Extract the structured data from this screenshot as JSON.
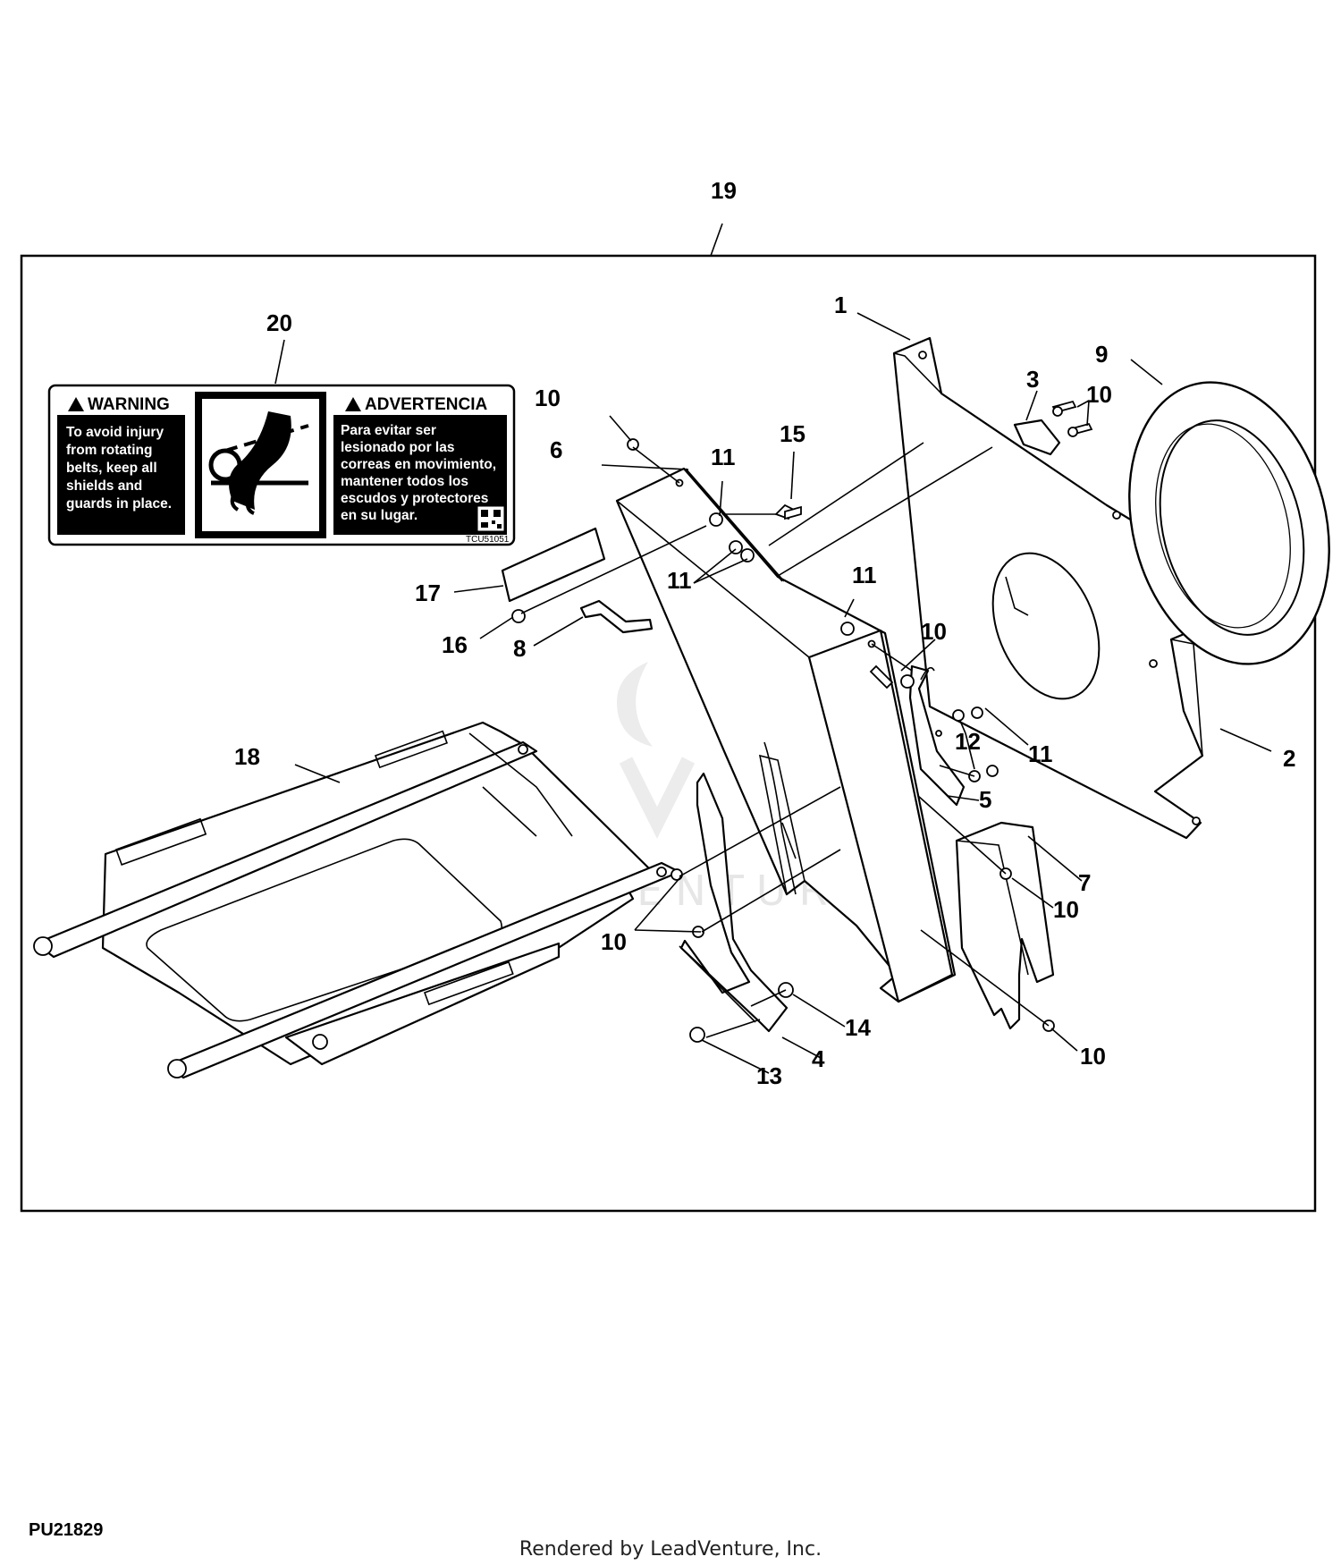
{
  "figure": {
    "id": "PU21829",
    "footer": "Rendered by LeadVenture, Inc.",
    "watermark": "LEADVENTURE"
  },
  "decal": {
    "warning_title": "WARNING",
    "warning_lines": [
      "To avoid injury",
      "from rotating",
      "belts, keep all",
      "shields and",
      "guards in place."
    ],
    "advertencia_title": "ADVERTENCIA",
    "advertencia_lines": [
      "Para evitar ser",
      "lesionado por las",
      "correas en movimiento,",
      "mantener todos los",
      "escudos y protectores",
      "en su lugar."
    ],
    "code": "TCU51051"
  },
  "callouts": [
    {
      "label": "19"
    },
    {
      "label": "20"
    },
    {
      "label": "1"
    },
    {
      "label": "9"
    },
    {
      "label": "3"
    },
    {
      "label": "10"
    },
    {
      "label": "10"
    },
    {
      "label": "6"
    },
    {
      "label": "11"
    },
    {
      "label": "15"
    },
    {
      "label": "11"
    },
    {
      "label": "11"
    },
    {
      "label": "17"
    },
    {
      "label": "16"
    },
    {
      "label": "8"
    },
    {
      "label": "10"
    },
    {
      "label": "12"
    },
    {
      "label": "11"
    },
    {
      "label": "2"
    },
    {
      "label": "5"
    },
    {
      "label": "18"
    },
    {
      "label": "7"
    },
    {
      "label": "10"
    },
    {
      "label": "10"
    },
    {
      "label": "14"
    },
    {
      "label": "4"
    },
    {
      "label": "13"
    },
    {
      "label": "10"
    }
  ]
}
